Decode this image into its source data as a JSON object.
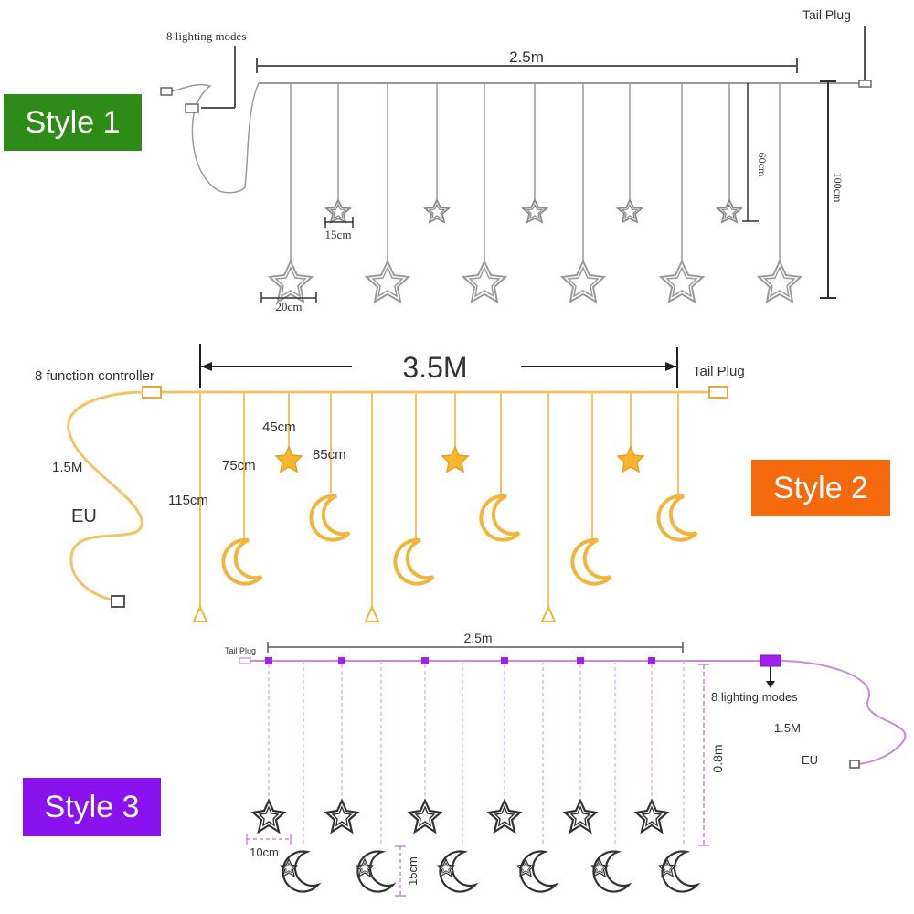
{
  "style1": {
    "badge": "Style 1",
    "badge_color": "#2e8b18",
    "modes_label": "8 lighting modes",
    "length_label": "2.5m",
    "tail_plug_label": "Tail Plug",
    "star_small_label": "15cm",
    "star_large_label": "20cm",
    "drop_short_label": "60cm",
    "drop_long_label": "100cm",
    "wire_color": "#9a9a9a"
  },
  "style2": {
    "badge": "Style 2",
    "badge_color": "#f46a0c",
    "controller_label": "8 function controller",
    "length_label": "3.5M",
    "tail_plug_label": "Tail Plug",
    "drop1_label": "45cm",
    "drop2_label": "75cm",
    "drop3_label": "85cm",
    "drop4_label": "115cm",
    "cord_label": "1.5M",
    "plug_label": "EU",
    "wire_color": "#f2c468",
    "star_color": "#f7b62e"
  },
  "style3": {
    "badge": "Style 3",
    "badge_color": "#8a12f0",
    "tail_plug_label": "Tail Plug",
    "length_label": "2.5m",
    "modes_label": "8 lighting modes",
    "cord_label": "1.5M",
    "plug_label": "EU",
    "drop_label": "0.8m",
    "star_label": "10cm",
    "moon_label": "15cm",
    "wire_color": "#c98ad6",
    "node_color": "#a020f0"
  }
}
